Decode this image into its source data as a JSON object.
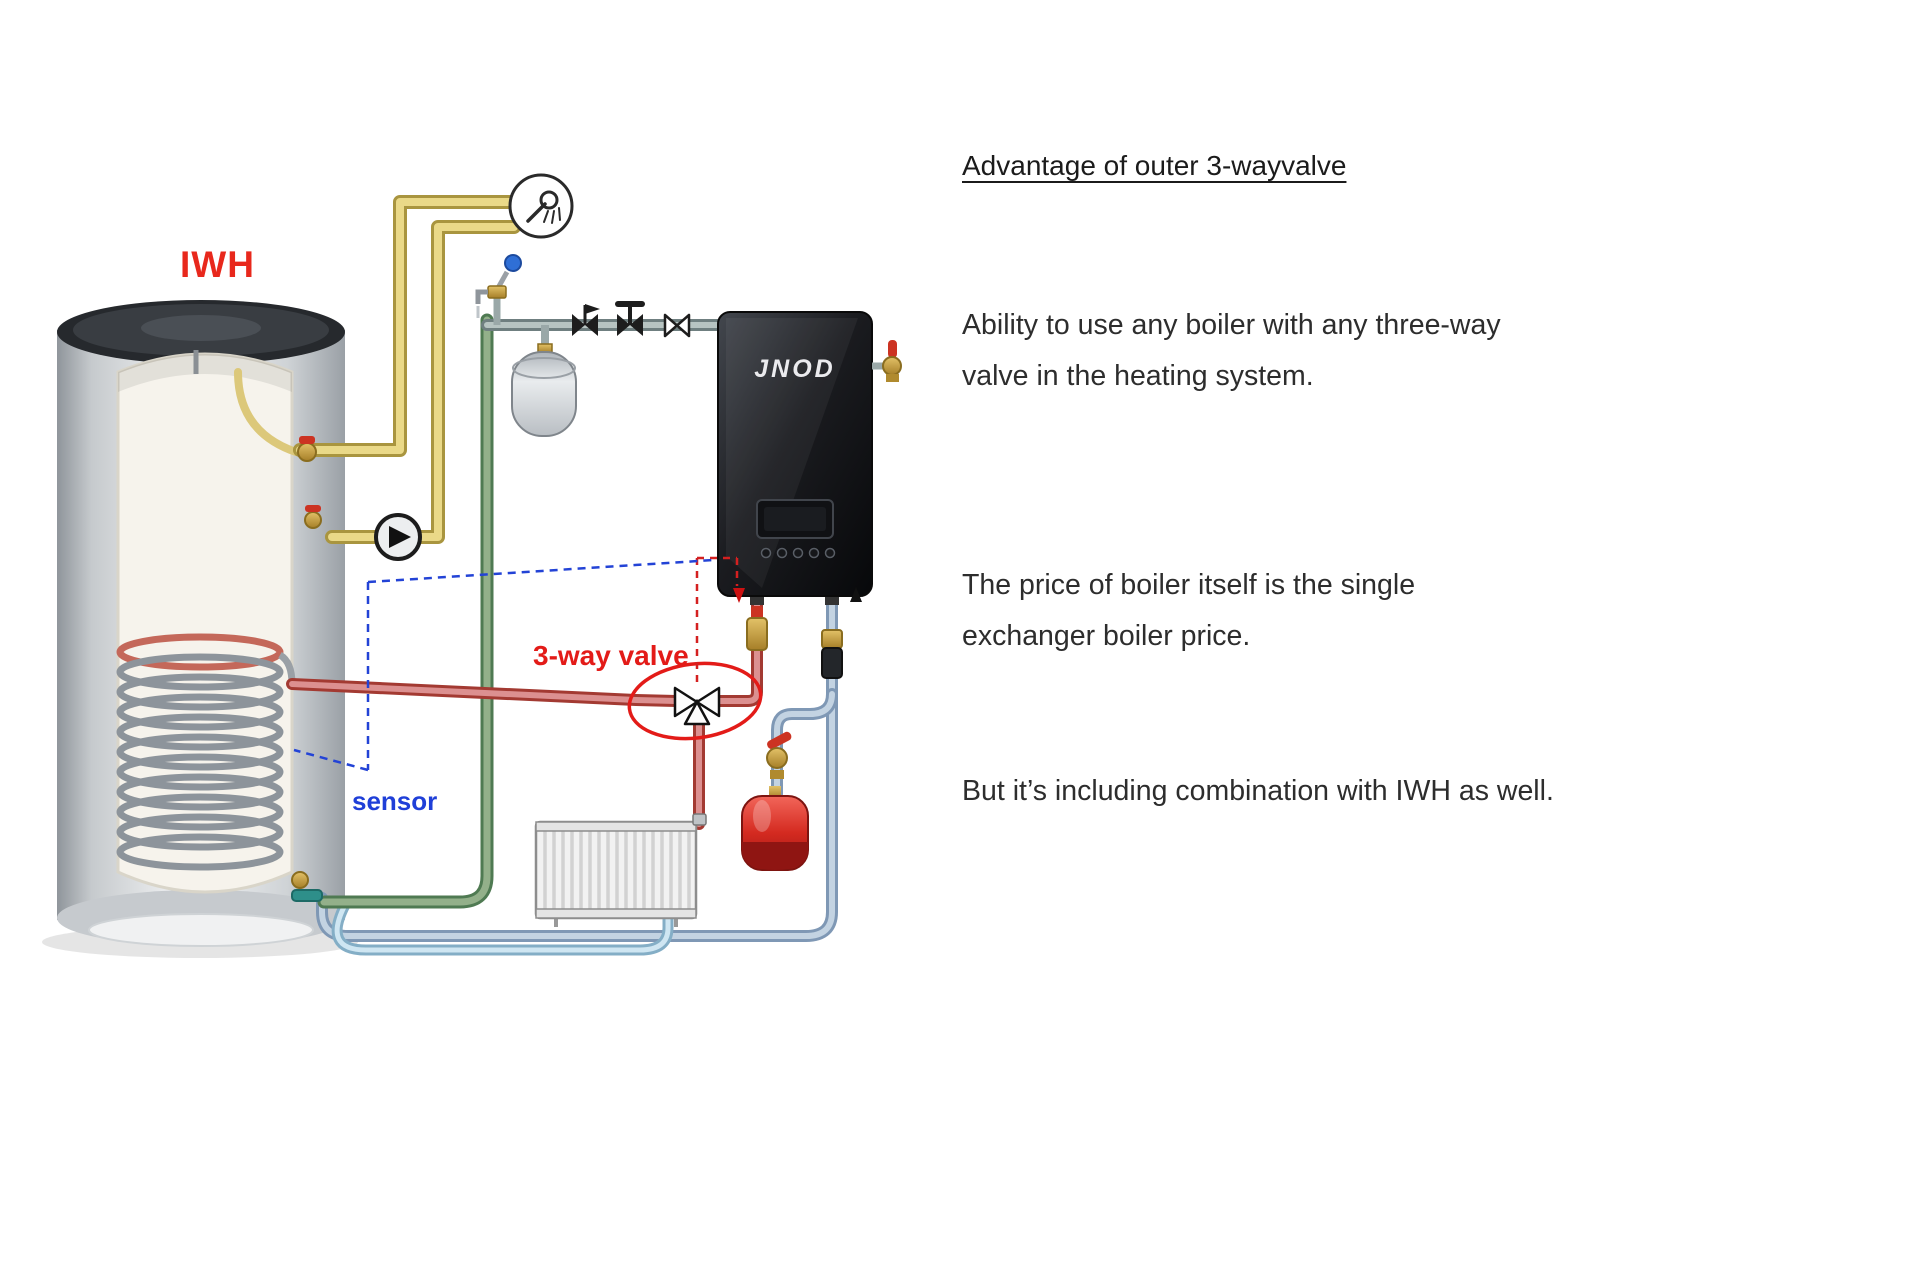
{
  "diagram": {
    "labels": {
      "tank": "IWH",
      "three_way_valve": "3-way valve",
      "sensor": "sensor",
      "boiler_logo": "JNOD"
    },
    "colors": {
      "tank_label": "#e8281c",
      "valve_label": "#e31b18",
      "sensor_label": "#1f3fd8",
      "hot_water_pipe": "#e3cf7e",
      "heating_flow_pipe": "#c23a32",
      "heating_return_pipe": "#8fa6c0",
      "tank_return_pipe": "#6f8f63"
    }
  },
  "text_panel": {
    "title": "Advantage of outer 3-wayvalve",
    "paragraphs": [
      "Ability to use any boiler with any three-way valve in the heating system.",
      "The price of boiler itself is the single exchanger boiler price.",
      "But it’s including combination with IWH as well."
    ]
  }
}
